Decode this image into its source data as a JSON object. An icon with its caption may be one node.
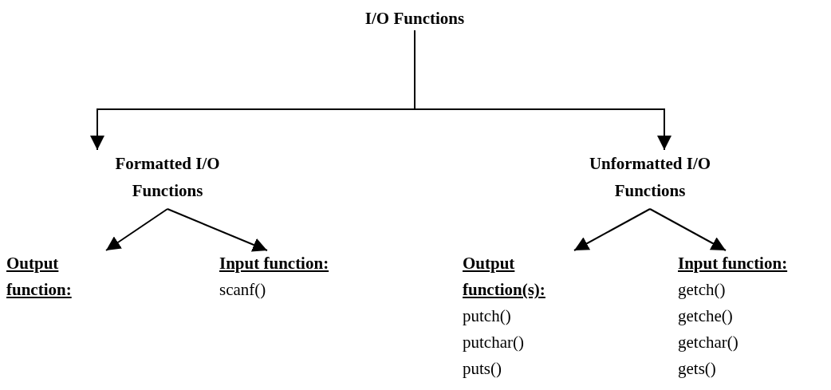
{
  "diagram": {
    "nodes": [
      {
        "text": [
          "I/O Functions"
        ]
      },
      {
        "text": [
          "Formatted I/O Functions"
        ]
      },
      {
        "text": [
          "Unformatted I/O Functions"
        ]
      },
      {
        "text": [
          "Output function:"
        ]
      },
      {
        "text": [
          "Input function:",
          "scanf()"
        ]
      },
      {
        "text": [
          "Output function(s):",
          "putch()",
          "putchar()",
          "puts()"
        ]
      },
      {
        "text": [
          "Input function:",
          "getch()",
          "getche()",
          "getchar()",
          "gets()"
        ]
      }
    ],
    "edges": [
      {
        "from": 0,
        "to": 1,
        "arrow": "to"
      },
      {
        "from": 0,
        "to": 2,
        "arrow": "to"
      },
      {
        "from": 1,
        "to": 3,
        "arrow": "to"
      },
      {
        "from": 1,
        "to": 4,
        "arrow": "to"
      },
      {
        "from": 2,
        "to": 5,
        "arrow": "to"
      },
      {
        "from": 2,
        "to": 6,
        "arrow": "to"
      }
    ]
  }
}
